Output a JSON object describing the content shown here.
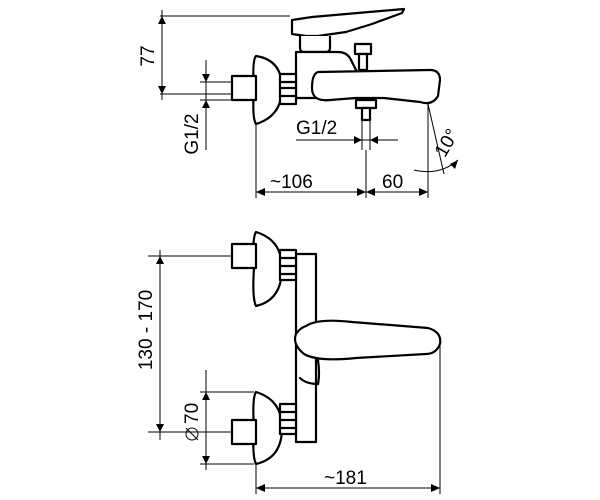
{
  "dimensions": {
    "height_top": "77",
    "thread_inlet": "G1/2",
    "thread_outlet": "G1/2",
    "depth_wall": "~106",
    "depth_spout": "60",
    "spout_angle": "10°",
    "center_distance": "130 - 170",
    "rosette_diameter": "70",
    "width_total": "~181"
  }
}
